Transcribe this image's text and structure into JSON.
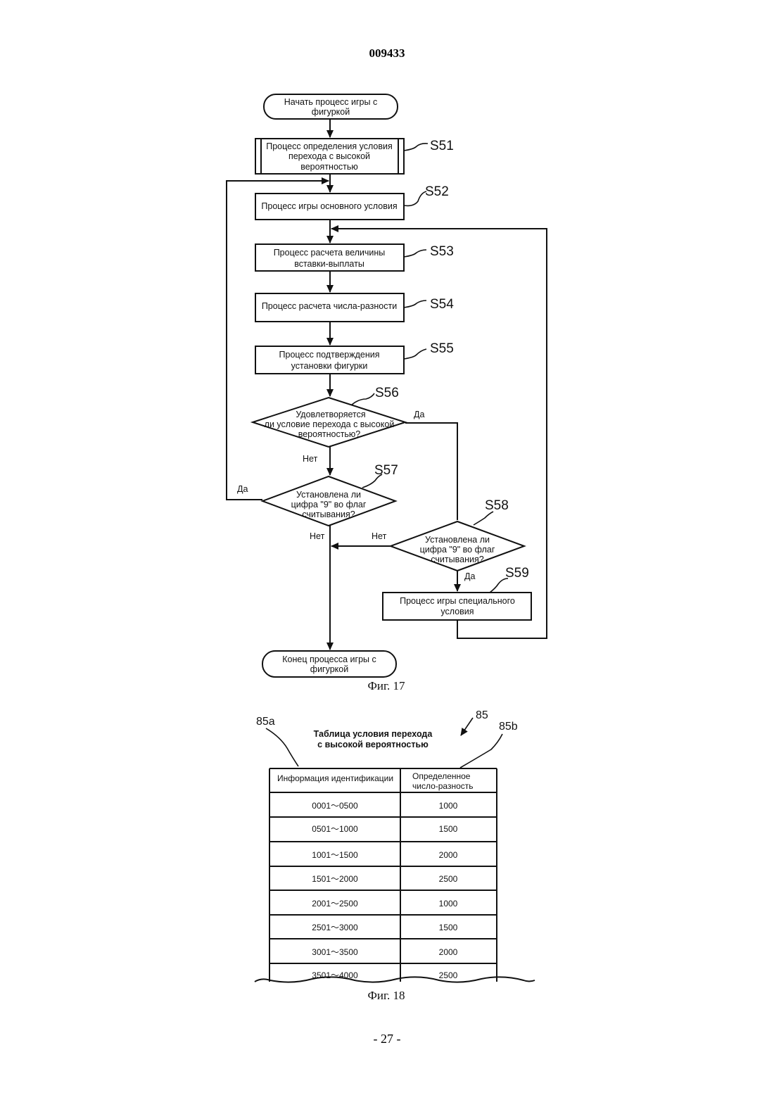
{
  "header": {
    "patent_number": "009433"
  },
  "footer": {
    "page_number": "- 27 -"
  },
  "fig17": {
    "caption": "Фиг. 17",
    "start": [
      "Начать процесс игры с",
      "фигуркой"
    ],
    "end": [
      "Конец процесса игры с",
      "фигуркой"
    ],
    "steps": {
      "S51": {
        "id": "S51",
        "lines": [
          "Процесс определения условия",
          "перехода с высокой",
          "вероятностью"
        ]
      },
      "S52": {
        "id": "S52",
        "lines": [
          "Процесс игры основного условия"
        ]
      },
      "S53": {
        "id": "S53",
        "lines": [
          "Процесс расчета величины",
          "вставки-выплаты"
        ]
      },
      "S54": {
        "id": "S54",
        "lines": [
          "Процесс расчета числа-разности"
        ]
      },
      "S55": {
        "id": "S55",
        "lines": [
          "Процесс подтверждения",
          "установки фигурки"
        ]
      },
      "S56": {
        "id": "S56",
        "lines": [
          "Удовлетворяется",
          "ли условие перехода с высокой",
          "вероятностью?"
        ]
      },
      "S57": {
        "id": "S57",
        "lines": [
          "Установлена ли",
          "цифра \"9\" во флаг",
          "считывания?"
        ]
      },
      "S58": {
        "id": "S58",
        "lines": [
          "Установлена ли",
          "цифра \"9\"  во флаг",
          "считывания?"
        ]
      },
      "S59": {
        "id": "S59",
        "lines": [
          "Процесс игры специального",
          "условия"
        ]
      }
    },
    "branch_labels": {
      "s56_yes": "Да",
      "s56_no": "Нет",
      "s57_yes": "Да",
      "s57_no": "Нет",
      "s58_no": "Нет",
      "s58_yes": "Да"
    }
  },
  "fig18": {
    "caption": "Фиг. 18",
    "ref_table": "85",
    "ref_col_a": "85a",
    "ref_col_b": "85b",
    "title": [
      "Таблица условия перехода",
      "с высокой вероятностью"
    ],
    "columns": [
      "Информация идентификации",
      [
        "Определенное",
        "число-разность"
      ]
    ],
    "rows": [
      [
        "0001～0500",
        "1000"
      ],
      [
        "0501～1000",
        "1500"
      ],
      [
        "1001～1500",
        "2000"
      ],
      [
        "1501～2000",
        "2500"
      ],
      [
        "2001～2500",
        "1000"
      ],
      [
        "2501～3000",
        "1500"
      ],
      [
        "3001～3500",
        "2000"
      ],
      [
        "3501～4000",
        "2500"
      ]
    ]
  }
}
